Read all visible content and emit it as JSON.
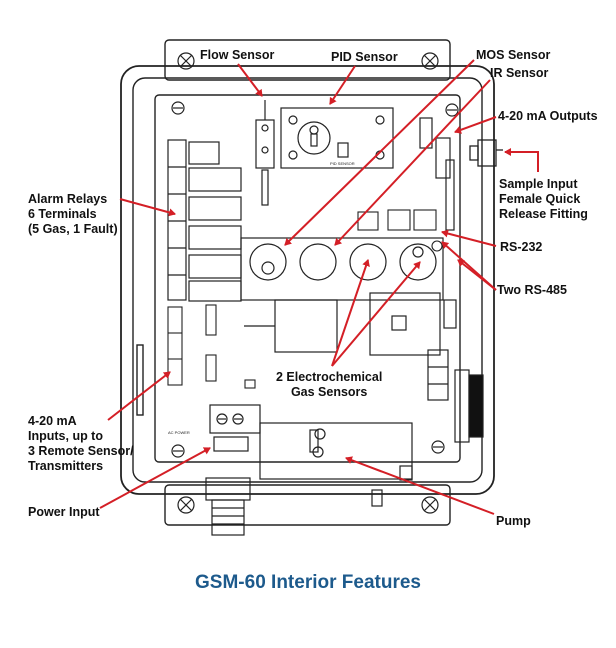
{
  "diagram": {
    "caption": "GSM-60 Interior Features",
    "labels": {
      "flow_sensor": "Flow Sensor",
      "pid_sensor": "PID Sensor",
      "mos_sensor": "MOS Sensor",
      "ir_sensor": "IR Sensor",
      "outputs": "4-20 mA Outputs",
      "sample_input": [
        "Sample Input",
        "Female Quick",
        "Release Fitting"
      ],
      "rs232": "RS-232",
      "rs485": "Two RS-485",
      "alarm_relays": [
        "Alarm Relays",
        "6 Terminals",
        "(5 Gas, 1 Fault)"
      ],
      "electrochemical": [
        "2 Electrochemical",
        "Gas Sensors"
      ],
      "inputs": [
        "4-20 mA",
        "Inputs, up to",
        "3 Remote Sensor/",
        "Transmitters"
      ],
      "power_input": "Power Input",
      "pump": "Pump"
    },
    "board_text": {
      "pid_sensor_tag": "PID SENSOR",
      "ac_power_tag": "AC POWER"
    },
    "colors": {
      "arrow": "#d41f26",
      "caption": "#1d5a8c",
      "line": "#222222"
    }
  }
}
